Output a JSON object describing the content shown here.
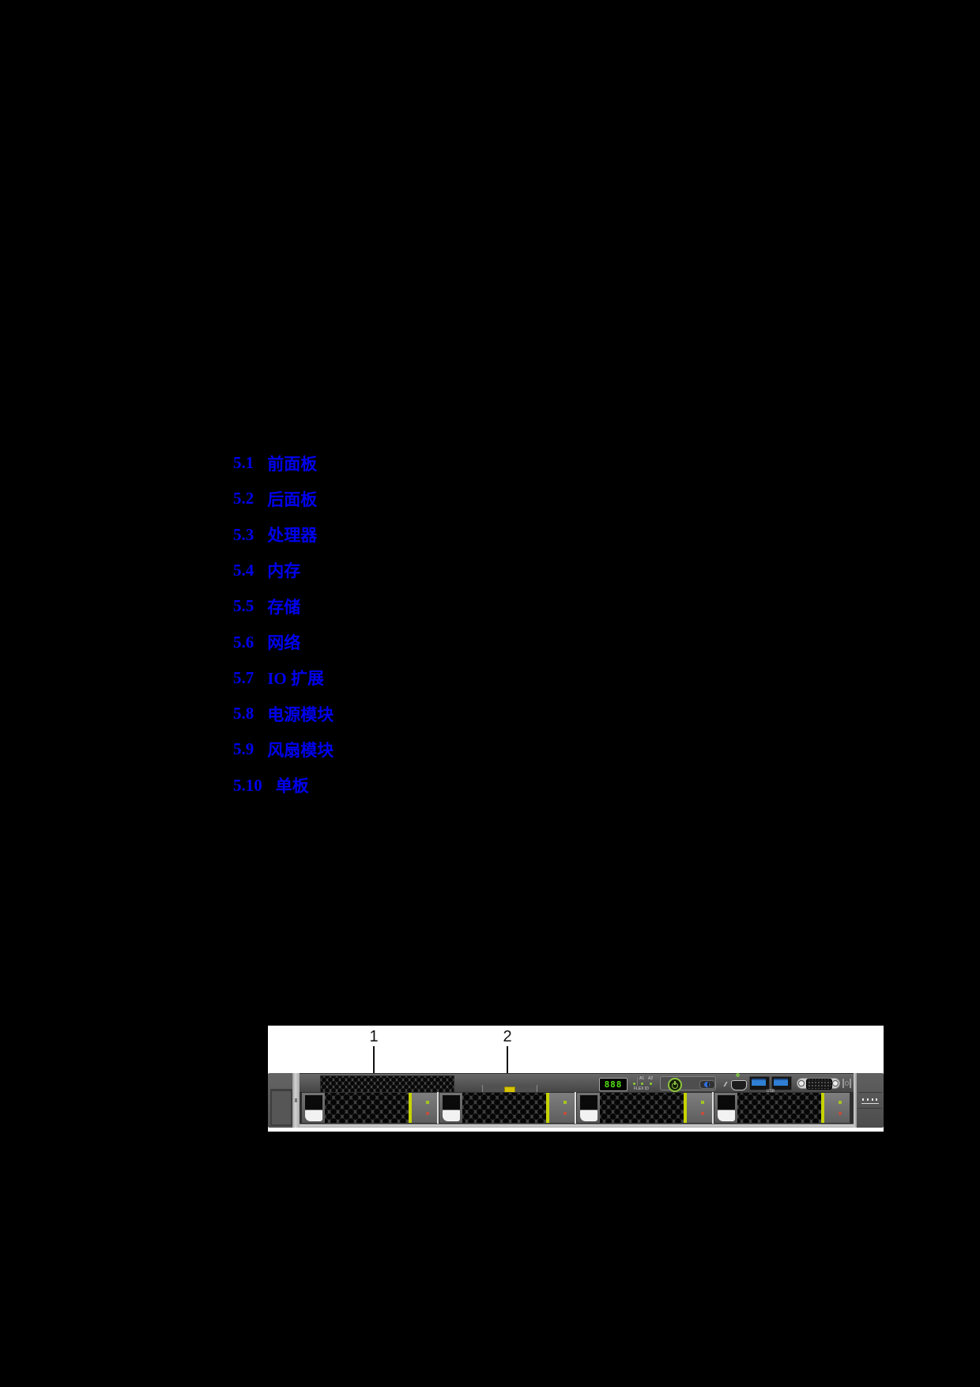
{
  "toc": {
    "link_color": "#0000EE",
    "items": [
      {
        "number": "5.1",
        "label": "前面板"
      },
      {
        "number": "5.2",
        "label": "后面板"
      },
      {
        "number": "5.3",
        "label": "处理器"
      },
      {
        "number": "5.4",
        "label": "内存"
      },
      {
        "number": "5.5",
        "label": "存储"
      },
      {
        "number": "5.6",
        "label": "网络"
      },
      {
        "number": "5.7",
        "label": "IO 扩展"
      },
      {
        "number": "5.8",
        "label": "电源模块"
      },
      {
        "number": "5.9",
        "label": "风扇模块"
      },
      {
        "number": "5.10",
        "label": "单板"
      }
    ]
  },
  "figure": {
    "description_visible_elements": "1U server front panel photo on white background",
    "callouts": [
      {
        "label": "1"
      },
      {
        "label": "2"
      }
    ],
    "control_panel": {
      "led_display": "888",
      "indicator_label_1": "A1",
      "indicator_label_2": "A2",
      "indicator_label_3": "FLEX ID",
      "usb_label": "USB"
    },
    "drive_bay_count": 4,
    "colors": {
      "figure_background": "#FFFFFF",
      "page_background": "#000000",
      "chassis_gray": "#555555",
      "bay_stripe_yellow": "#C6D300",
      "bay_led_green": "#A4C520",
      "bay_led_red": "#CC4B37",
      "display_green": "#55E015",
      "usb_blue": "#2F7FD4",
      "power_button_green": "#8DC63F",
      "uid_button_blue": "#2F6FE0",
      "label_tab_yellow": "#D6C400"
    }
  }
}
